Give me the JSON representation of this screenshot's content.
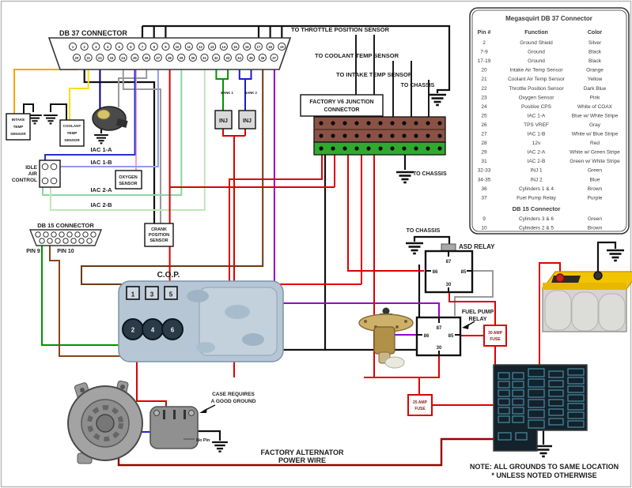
{
  "db37": {
    "label": "DB 37 CONNECTOR",
    "top_pins": [
      "1",
      "2",
      "3",
      "4",
      "5",
      "6",
      "7",
      "8",
      "9",
      "10",
      "11",
      "12",
      "13",
      "14",
      "15",
      "16",
      "17",
      "18",
      "19"
    ],
    "bottom_pins": [
      "20",
      "21",
      "22",
      "23",
      "24",
      "25",
      "26",
      "27",
      "28",
      "29",
      "30",
      "31",
      "32",
      "33",
      "34",
      "35",
      "36",
      "37"
    ]
  },
  "db15": {
    "label": "DB 15 CONNECTOR",
    "pin9": "PIN 9",
    "pin10": "PIN 10"
  },
  "sensors_top": {
    "throttle": "TO THROTTLE POSITION SENSOR",
    "coolant": "TO COOLANT TEMP SENSOR",
    "intake": "TO INTAKE TEMP SENSOR"
  },
  "chassis": [
    "TO CHASSIS",
    "TO CHASSIS",
    "TO CHASSIS"
  ],
  "junction": {
    "line1": "FACTORY  V6  JUNCTION",
    "line2": "CONNECTOR"
  },
  "boxes": {
    "intake": [
      "INTAKE",
      "TEMP",
      "SENSOR"
    ],
    "coolant": [
      "COOLANT",
      "TEMP",
      "SENSOR"
    ],
    "oxygen": [
      "OXYGEN",
      "SENSOR"
    ],
    "crank": [
      "CRANK",
      "POSITION",
      "SENSOR"
    ]
  },
  "iac": {
    "title": [
      "IDLE",
      "AIR",
      "CONTROL"
    ],
    "wires": [
      "IAC 1-A",
      "IAC 1-B",
      "IAC 2-A",
      "IAC 2-B"
    ]
  },
  "inj": {
    "bank1": "BANK 1",
    "bank2": "BANK 2",
    "label": "INJ"
  },
  "cop": {
    "label": "C.O.P.",
    "top": [
      "1",
      "3",
      "5"
    ],
    "bottom": [
      "2",
      "4",
      "6"
    ]
  },
  "relays": {
    "asd_label": "ASD RELAY",
    "fp_label": [
      "FUEL PUMP",
      "RELAY"
    ],
    "p87": "87",
    "p86": "86",
    "p85": "85",
    "p30": "30"
  },
  "fuses": {
    "f30": [
      "30 AMP",
      "FUSE"
    ],
    "f25": [
      "25 AMP",
      "FUSE"
    ]
  },
  "alt": {
    "case_note": [
      "CASE REQUIRES",
      "A GOOD GROUND"
    ],
    "no_pin": "No Pin",
    "power": [
      "FACTORY ALTERNATOR",
      "POWER WIRE"
    ]
  },
  "note": [
    "NOTE: ALL GROUNDS TO SAME LOCATION",
    "* UNLESS NOTED OTHERWISE"
  ],
  "table": {
    "title": "Megasquirt DB 37 Connector",
    "headers": [
      "Pin #",
      "Function",
      "Color"
    ],
    "rows": [
      [
        "2",
        "Ground Shield",
        "Silver"
      ],
      [
        "7-9",
        "Ground",
        "Black"
      ],
      [
        "17-19",
        "Ground",
        "Black"
      ],
      [
        "20",
        "Intake Air Temp Sensor",
        "Orange"
      ],
      [
        "21",
        "Coolant Air Temp Sensor",
        "Yellow"
      ],
      [
        "22",
        "Throttle Position Sensor",
        "Dark Blue"
      ],
      [
        "23",
        "Oxygen Sensor",
        "Pink"
      ],
      [
        "24",
        "Positive CPS",
        "White of COAX"
      ],
      [
        "25",
        "IAC 1-A",
        "Blue w/ White Stripe"
      ],
      [
        "26",
        "TPS VREF",
        "Gray"
      ],
      [
        "27",
        "IAC 1-B",
        "White w/ Blue Stripe"
      ],
      [
        "28",
        "12v",
        "Red"
      ],
      [
        "29",
        "IAC 2-A",
        "White w/ Green Stripe"
      ],
      [
        "31",
        "IAC 2-B",
        "Green w/ White Stripe"
      ],
      [
        "32-33",
        "INJ 1",
        "Green"
      ],
      [
        "34-35",
        "INJ 2",
        "Blue"
      ],
      [
        "36",
        "Cylinders 1 & 4",
        "Brown"
      ],
      [
        "37",
        "Fuel Pump Relay",
        "Purple"
      ]
    ],
    "sub_title": "DB 15 Connector",
    "sub_rows": [
      [
        "9",
        "Cylinders 3 & 6",
        "Green"
      ],
      [
        "10",
        "Cylinders 2 & 5",
        "Brown"
      ]
    ]
  },
  "colors": {
    "red": "#DE0000",
    "dark_red": "#990000",
    "black": "#111111",
    "orange": "#FFA000",
    "yellow": "#FFDD00",
    "dark_blue": "#00008B",
    "pink": "#FF9EC8",
    "gray": "#9A9A9A",
    "blue": "#2233CC",
    "white_blue_stripe": "#8C9EE8",
    "white_green_stripe": "#8BD6A4",
    "green_white_stripe": "#BCE8B4",
    "green": "#009400",
    "inj_blue": "#1A1ACC",
    "brown": "#6B3A10",
    "purple": "#9900CC",
    "junction_brown": "#8A5245",
    "junction_green": "#2FAA2F",
    "panel_teal": "#14222B",
    "fuse_cell": "#4A8CA6",
    "battery_yellow": "#F2C400"
  }
}
